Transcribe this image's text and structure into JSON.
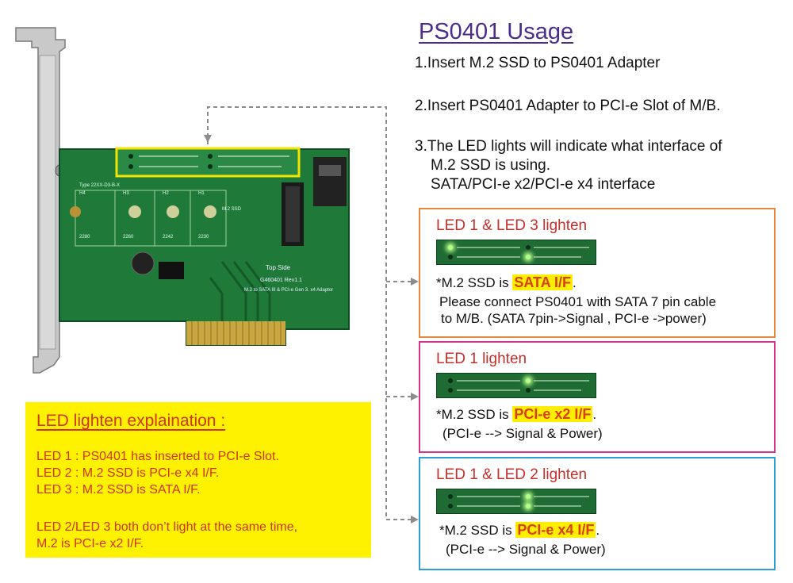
{
  "title": "PS0401 Usage",
  "steps": [
    {
      "text": "1.Insert M.2 SSD to PS0401 Adapter"
    },
    {
      "text": "2.Insert PS0401 Adapter to PCI-e Slot of M/B."
    },
    {
      "text": "3.The LED lights will indicate what interface of",
      "sub1": "M.2 SSD is using.",
      "sub2": "SATA/PCI-e x2/PCI-e x4 interface"
    }
  ],
  "boxes": [
    {
      "heading": "LED 1 & LED 3 lighten",
      "border_color": "#e8863a",
      "msg_prefix": "*M.2 SSD is ",
      "highlight": "SATA I/F",
      "msg_suffix": ".",
      "line2": "Please connect PS0401 with SATA 7 pin cable",
      "line3": "to M/B. (SATA 7pin->Signal , PCI-e ->power)"
    },
    {
      "heading": "LED 1 lighten",
      "border_color": "#d6338a",
      "msg_prefix": "*M.2 SSD is ",
      "highlight": "PCI-e x2 I/F",
      "msg_suffix": ".",
      "line2": "(PCI-e --> Signal & Power)"
    },
    {
      "heading": "LED 1 & LED 2 lighten",
      "border_color": "#2e9fd6",
      "msg_prefix": "*M.2 SSD is ",
      "highlight": "PCI-e x4 I/F",
      "msg_suffix": ".",
      "line2": "(PCI-e --> Signal & Power)"
    }
  ],
  "explain": {
    "title": "LED lighten explaination :",
    "lines": [
      "LED 1 : PS0401 has inserted to PCI-e Slot.",
      "LED 2 : M.2 SSD is PCI-e x4 I/F.",
      "LED 3 : M.2 SSD is SATA I/F.",
      "LED 2/LED 3 both don’t light at the same time,",
      "M.2 is PCI-e x2 I/F."
    ]
  },
  "pcb": {
    "silk_top": "Top Side",
    "silk_model": "G460401 Rev1.1",
    "silk_desc": "M.2 to SATA III & PCI-e Gen 3. x4 Adaptor",
    "silk_m2": "M.2 SSD",
    "silk_type": "Type 22XX-D3-B-X",
    "holes": [
      "H1",
      "H2",
      "H3",
      "H4"
    ],
    "sizes": [
      "2230",
      "2242",
      "2260",
      "2280"
    ]
  },
  "colors": {
    "title": "#4b2c8c",
    "accent_red": "#c4302b",
    "explain_bg": "#fff200",
    "pcb_green": "#1f7a3a"
  }
}
